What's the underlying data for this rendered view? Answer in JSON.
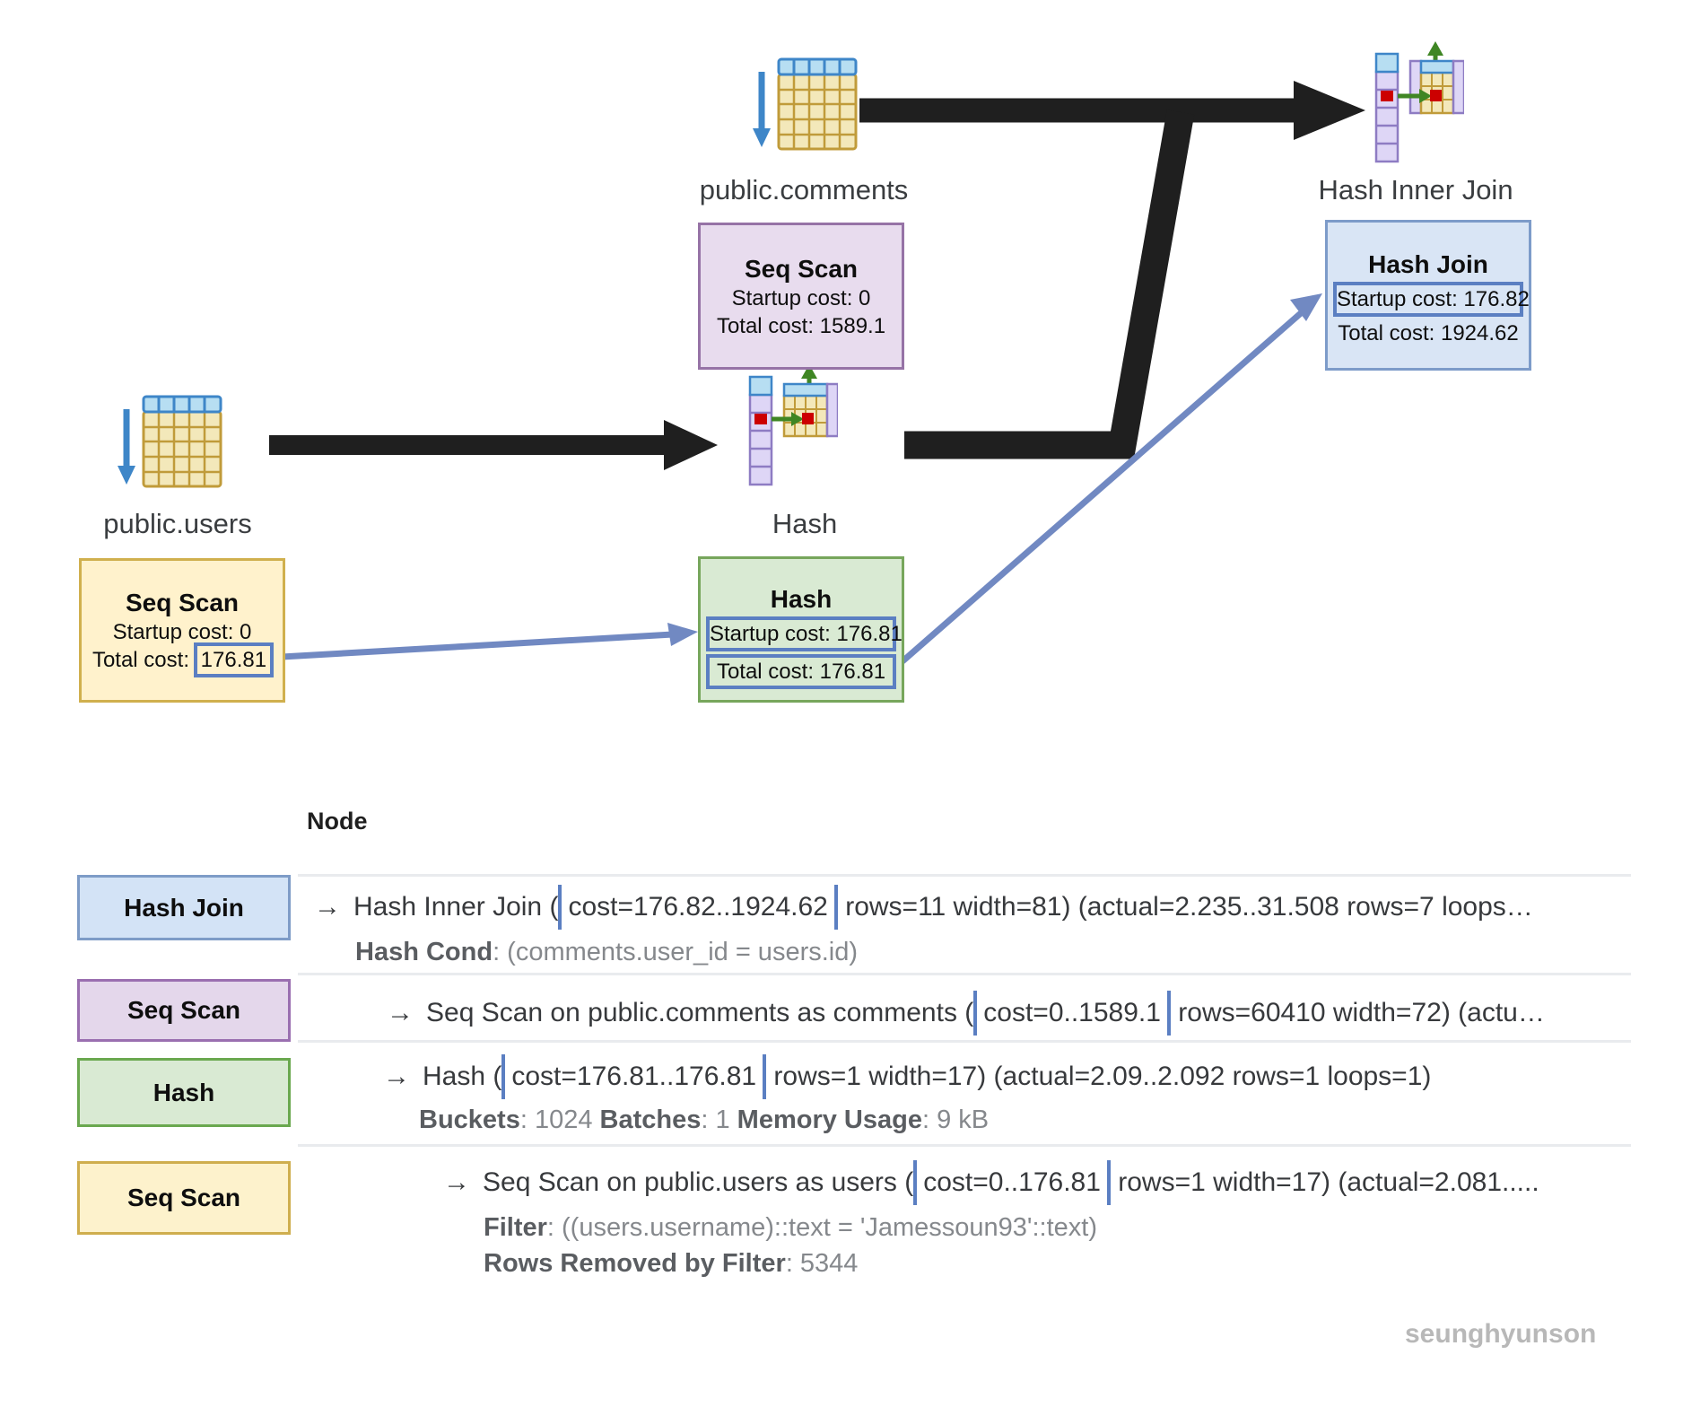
{
  "diagram": {
    "labels": {
      "comments": "public.comments",
      "users": "public.users",
      "hash": "Hash",
      "join": "Hash Inner Join"
    },
    "boxes": {
      "seq_comments": {
        "title": "Seq Scan",
        "line1": "Startup cost: 0",
        "line2": "Total cost: 1589.1"
      },
      "seq_users": {
        "title": "Seq Scan",
        "line1": "Startup cost: 0",
        "line2_label": "Total cost: ",
        "line2_value": "176.81"
      },
      "hash": {
        "title": "Hash",
        "line1": "Startup cost: 176.81",
        "line2": "Total cost: 176.81"
      },
      "join": {
        "title": "Hash Join",
        "line1": "Startup cost: 176.82",
        "line2": "Total cost: 1924.62"
      }
    }
  },
  "table": {
    "header": "Node",
    "arrow_glyph": "→",
    "rows": [
      {
        "badge": "Hash Join",
        "prefix": "Hash Inner Join (",
        "highlight": "cost=176.82..1924.62",
        "suffix": " rows=11 width=81) (actual=2.235..31.508 rows=7 loops…",
        "details": [
          {
            "segments": [
              {
                "label": "Hash Cond",
                "text": ": (comments.user_id = users.id)"
              }
            ]
          }
        ]
      },
      {
        "badge": "Seq Scan",
        "prefix": "Seq Scan on public.comments as comments (",
        "highlight": "cost=0..1589.1",
        "suffix": " rows=60410 width=72) (actu…",
        "details": []
      },
      {
        "badge": "Hash",
        "prefix": "Hash (",
        "highlight": "cost=176.81..176.81",
        "suffix": " rows=1 width=17) (actual=2.09..2.092 rows=1 loops=1)",
        "details": [
          {
            "segments": [
              {
                "label": "Buckets",
                "text": ": 1024 "
              },
              {
                "label": "Batches",
                "text": ": 1 "
              },
              {
                "label": "Memory Usage",
                "text": ": 9 kB"
              }
            ]
          }
        ]
      },
      {
        "badge": "Seq Scan",
        "prefix": "Seq Scan on public.users as users (",
        "highlight": "cost=0..176.81",
        "suffix": " rows=1 width=17) (actual=2.081.....",
        "details": [
          {
            "segments": [
              {
                "label": "Filter",
                "text": ": ((users.username)::text = 'Jamessoun93'::text)"
              }
            ]
          },
          {
            "segments": [
              {
                "label": "Rows Removed by Filter",
                "text": ": 5344"
              }
            ]
          }
        ]
      }
    ]
  },
  "watermark": "seunghyunson",
  "colors": {
    "flow_arrow": "#1f1f1f",
    "annotation_arrow": "#7189c2",
    "highlight_border": "#5b7fc2",
    "node_purple_fill": "#e8dcee",
    "node_purple_border": "#9673a6",
    "node_yellow_fill": "#fff2cc",
    "node_yellow_border": "#d0b04e",
    "node_green_fill": "#d9ead3",
    "node_green_border": "#77a65c",
    "node_blue_fill": "#d9e5f5",
    "node_blue_border": "#7d9bc9",
    "table_icon_header": "#b7def2",
    "table_icon_body": "#f3e8ba",
    "hash_icon_column": "#ded6f6",
    "hash_icon_red": "#cc0000",
    "hash_icon_arrow": "#3f8624"
  }
}
